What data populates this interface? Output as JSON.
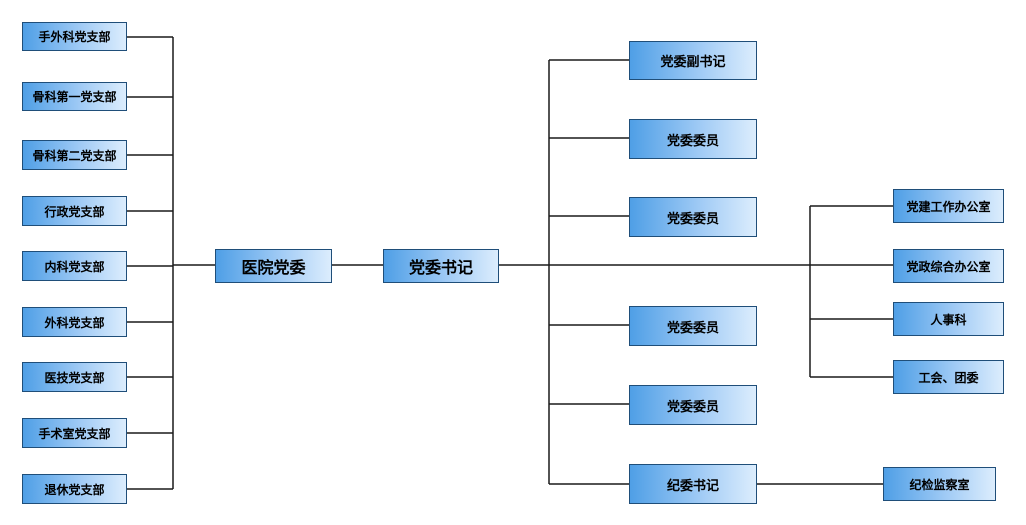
{
  "root": {
    "hospital_committee": "医院党委",
    "party_secretary": "党委书记"
  },
  "branches": [
    "手外科党支部",
    "骨科第一党支部",
    "骨科第二党支部",
    "行政党支部",
    "内科党支部",
    "外科党支部",
    "医技党支部",
    "手术室党支部",
    "退休党支部"
  ],
  "committee": [
    "党委副书记",
    "党委委员",
    "党委委员",
    "党委委员",
    "党委委员",
    "纪委书记"
  ],
  "offices": [
    "党建工作办公室",
    "党政综合办公室",
    "人事科",
    "工会、团委"
  ],
  "discipline": {
    "office": "纪检监察室"
  },
  "colors": {
    "box_fill_left": "#4f9fe6",
    "box_fill_right": "#dcedfd",
    "box_border": "#1f4e79",
    "connector": "#1a1a1a"
  }
}
